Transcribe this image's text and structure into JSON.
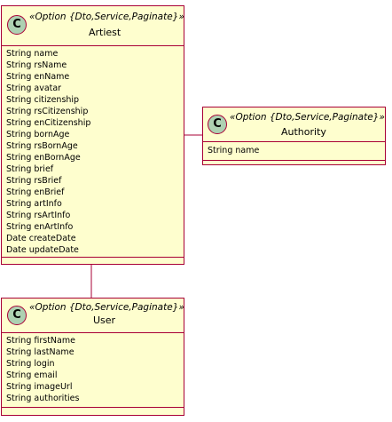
{
  "colors": {
    "class_fill": "#FEFECE",
    "border": "#A80036",
    "circle_fill": "#ADD1B2"
  },
  "classes": {
    "artiest": {
      "circle_letter": "C",
      "stereotype": "«Option {Dto,Service,Paginate}»",
      "name": "Artiest",
      "attributes": [
        "String name",
        "String rsName",
        "String enName",
        "String avatar",
        "String citizenship",
        "String rsCitizenship",
        "String enCitizenship",
        "String bornAge",
        "String rsBornAge",
        "String enBornAge",
        "String brief",
        "String rsBrief",
        "String enBrief",
        "String artInfo",
        "String rsArtInfo",
        "String enArtInfo",
        "Date createDate",
        "Date updateDate"
      ]
    },
    "authority": {
      "circle_letter": "C",
      "stereotype": "«Option {Dto,Service,Paginate}»",
      "name": "Authority",
      "attributes": [
        "String name"
      ]
    },
    "user": {
      "circle_letter": "C",
      "stereotype": "«Option {Dto,Service,Paginate}»",
      "name": "User",
      "attributes": [
        "String firstName",
        "String lastName",
        "String login",
        "String email",
        "String imageUrl",
        "String authorities"
      ]
    }
  }
}
